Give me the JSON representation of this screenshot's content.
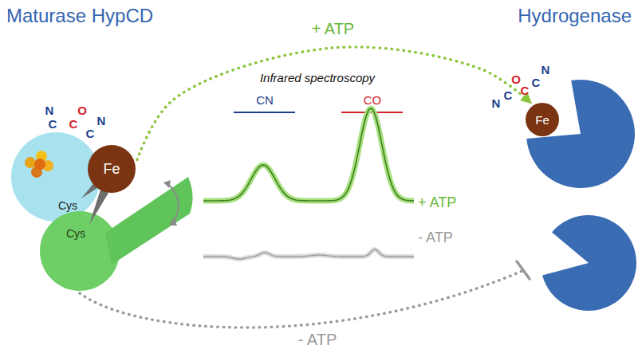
{
  "diagram": {
    "nodes": [
      {
        "text": [
          "Cys"
        ]
      },
      {
        "text": [
          "Cys"
        ]
      },
      {
        "text": [
          "Fe"
        ]
      },
      {
        "text": [
          "Fe"
        ]
      }
    ],
    "edges": [
      {
        "from": 2,
        "to": 3,
        "arrow": "to",
        "label": "+ ATP"
      }
    ],
    "labels": [
      "Maturase HypCD",
      "Hydrogenase",
      "Infrared spectroscopy",
      "CN",
      "CO",
      "+ ATP",
      "- ATP",
      "- ATP",
      "N",
      "C",
      "C",
      "O",
      "C",
      "N",
      "N",
      "C",
      "O",
      "C",
      "C",
      "N"
    ]
  }
}
